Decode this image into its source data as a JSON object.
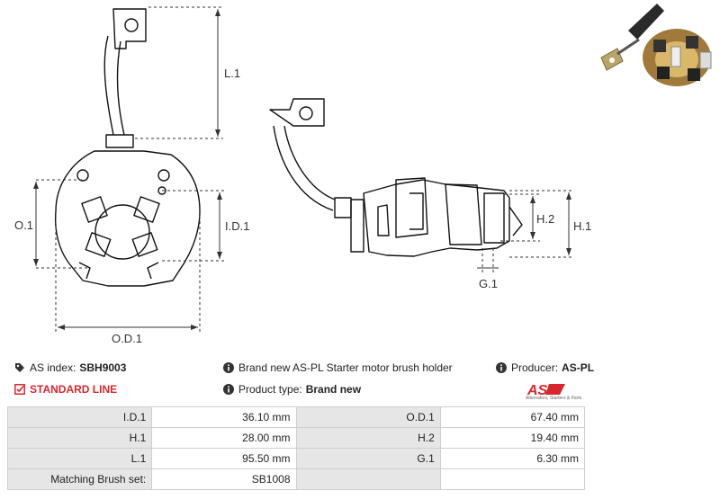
{
  "drawing": {
    "labels": {
      "l1": "L.1",
      "o1": "O.1",
      "id1": "I.D.1",
      "od1": "O.D.1",
      "h2": "H.2",
      "h1": "H.1",
      "g1": "G.1"
    }
  },
  "info": {
    "as_index_label": "AS index:",
    "as_index_value": "SBH9003",
    "description": "Brand new AS-PL Starter motor brush holder",
    "producer_label": "Producer:",
    "producer_value": "AS-PL",
    "standard_line": "STANDARD LINE",
    "product_type_label": "Product type:",
    "product_type_value": "Brand new"
  },
  "logo": {
    "text": "AS",
    "tagline": "Alternators, Starters & Parts",
    "color": "#d8262e"
  },
  "specs": {
    "rows": [
      {
        "l1": "I.D.1",
        "v1": "36.10 mm",
        "l2": "O.D.1",
        "v2": "67.40 mm"
      },
      {
        "l1": "H.1",
        "v1": "28.00 mm",
        "l2": "H.2",
        "v2": "19.40 mm"
      },
      {
        "l1": "L.1",
        "v1": "95.50 mm",
        "l2": "G.1",
        "v2": "6.30 mm"
      },
      {
        "l1": "Matching Brush set:",
        "v1": "SB1008",
        "l2": "",
        "v2": ""
      }
    ]
  }
}
